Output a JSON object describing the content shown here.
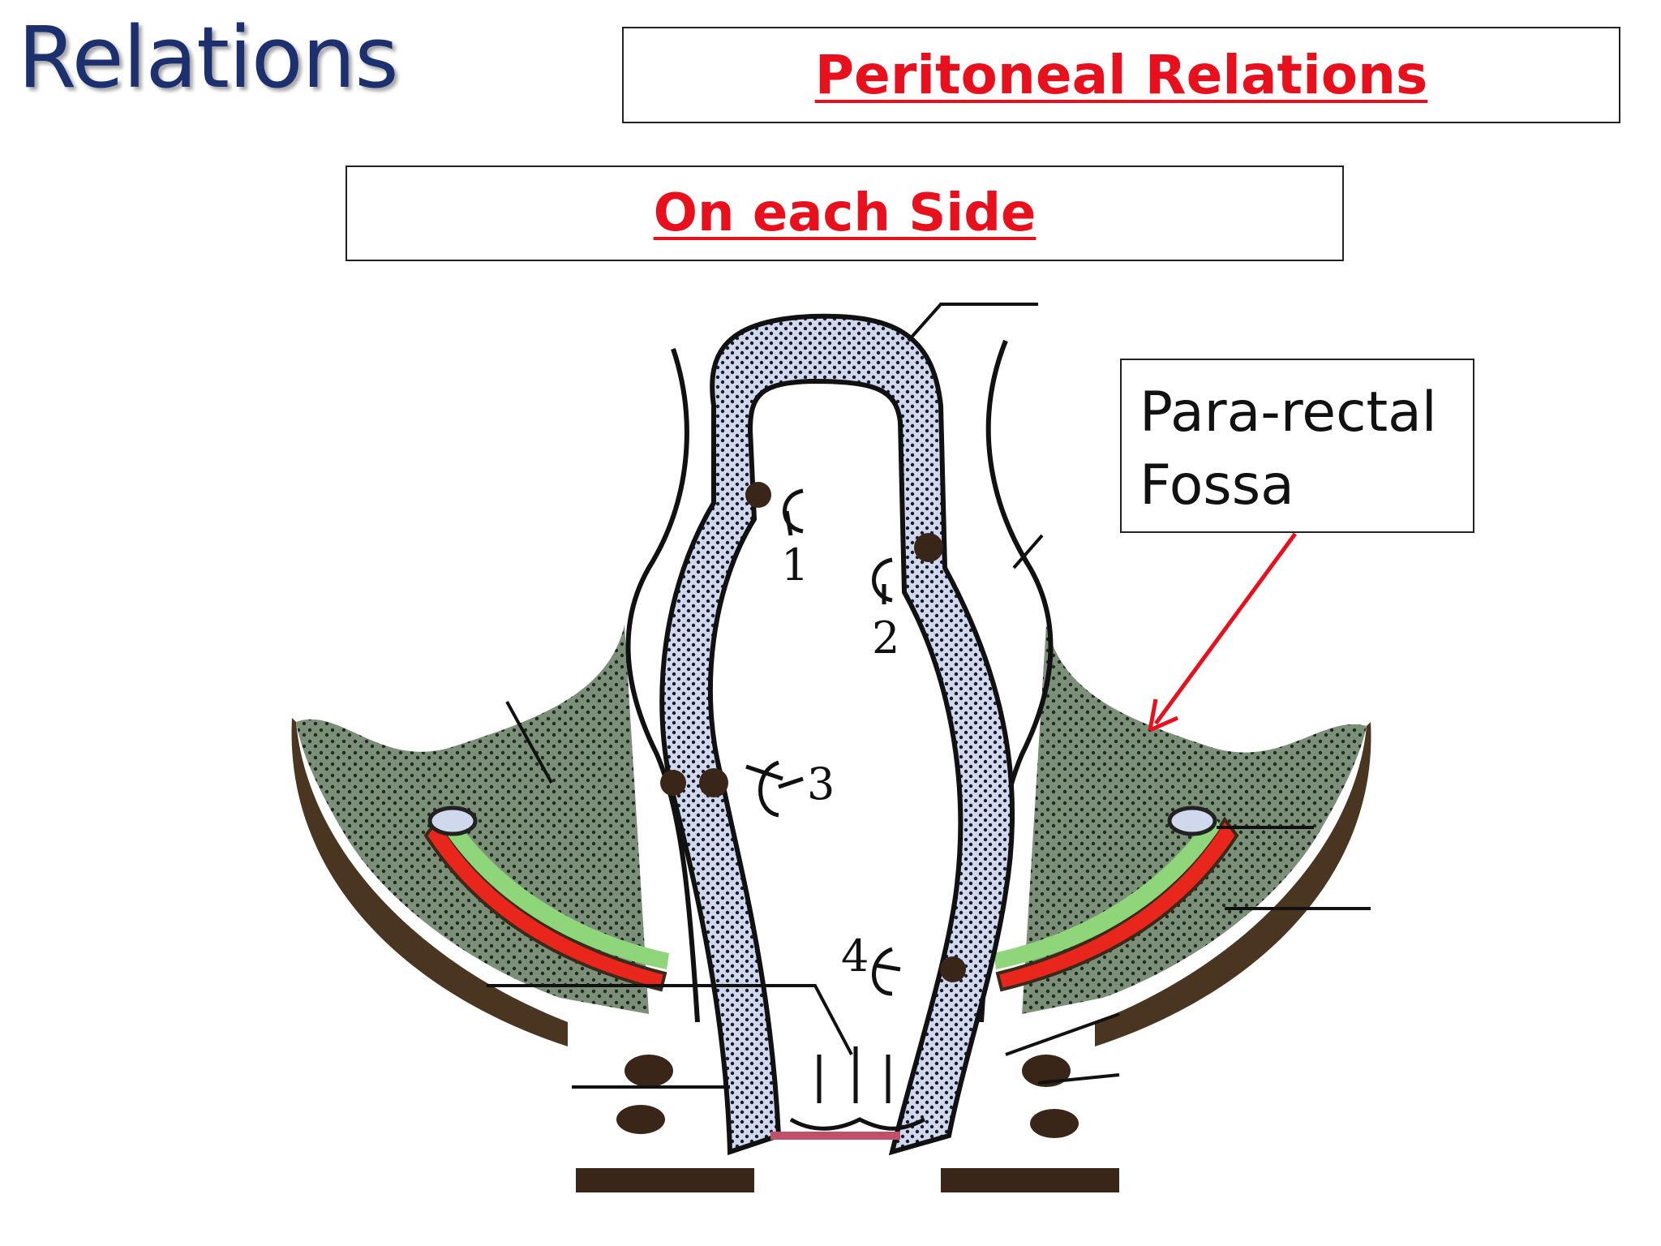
{
  "slide": {
    "title": "Relations",
    "heading": "Peritoneal Relations",
    "subheading": "On each Side"
  },
  "diagram": {
    "callout_label": "Para-rectal\nFossa",
    "numbers": [
      "1",
      "2",
      "3",
      "4"
    ]
  },
  "colors": {
    "title": "#1c2f6e",
    "heading": "#e8101c",
    "arrow": "#e8101c",
    "fat": "#7c8f78",
    "muscle": "#4a3620",
    "mucosa": "#cfd8ec",
    "vessel_red": "#e8261b",
    "vessel_green": "#8fd67a"
  }
}
